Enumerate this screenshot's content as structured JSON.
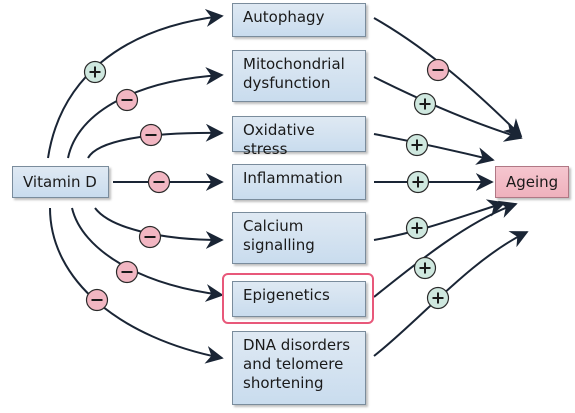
{
  "source": {
    "label": "Vitamin D"
  },
  "target": {
    "label": "Ageing"
  },
  "mechanisms": [
    {
      "id": "autophagy",
      "label": "Autophagy",
      "in_sign": "+",
      "out_sign": "−"
    },
    {
      "id": "mito",
      "label": "Mitochondrial\ndysfunction",
      "in_sign": "−",
      "out_sign": "+"
    },
    {
      "id": "oxidative",
      "label": "Oxidative stress",
      "in_sign": "−",
      "out_sign": "+"
    },
    {
      "id": "inflammation",
      "label": "Inflammation",
      "in_sign": "−",
      "out_sign": "+"
    },
    {
      "id": "calcium",
      "label": "Calcium\nsignalling",
      "in_sign": "−",
      "out_sign": "+"
    },
    {
      "id": "epigenetics",
      "label": "Epigenetics",
      "in_sign": "−",
      "out_sign": "+",
      "highlighted": true
    },
    {
      "id": "dna",
      "label": "DNA disorders\nand telomere\nshortening",
      "in_sign": "−",
      "out_sign": "+"
    }
  ],
  "colors": {
    "plus_fill": "#cfe8df",
    "minus_fill": "#f2b6c2",
    "highlight_border": "#e8587a",
    "arrow": "#1a2535"
  }
}
